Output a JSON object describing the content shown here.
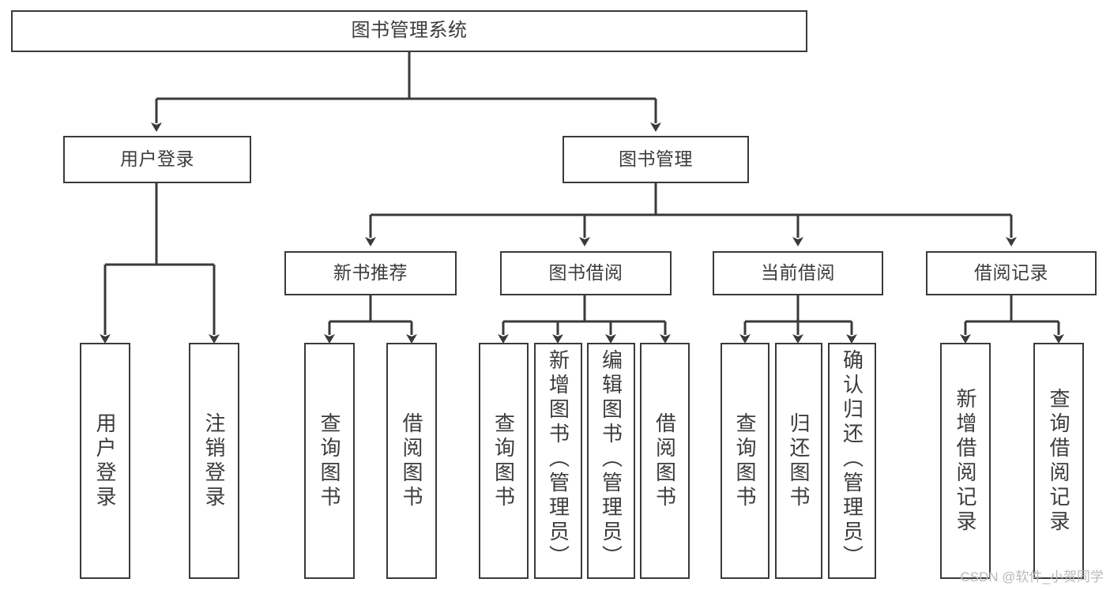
{
  "diagram": {
    "type": "tree-hierarchy-chart",
    "title": "图书管理系统",
    "colors": {
      "box_border": "#3a3a3a",
      "box_fill": "#ffffff",
      "connector": "#3a3a3a",
      "text": "#3c3c3c",
      "watermark": "#b9b9b9",
      "background": "#ffffff"
    },
    "watermark": "CSDN @软件_小贺同学",
    "levels": {
      "root": {
        "label": "图书管理系统"
      },
      "level2": [
        {
          "label": "用户登录"
        },
        {
          "label": "图书管理"
        }
      ],
      "level3": [
        {
          "label": "新书推荐"
        },
        {
          "label": "图书借阅"
        },
        {
          "label": "当前借阅"
        },
        {
          "label": "借阅记录"
        }
      ],
      "leaves": {
        "user_login": [
          {
            "label": "用户登录"
          },
          {
            "label": "注销登录"
          }
        ],
        "new_book_recommend": [
          {
            "label": "查询图书"
          },
          {
            "label": "借阅图书"
          }
        ],
        "book_borrow": [
          {
            "label": "查询图书"
          },
          {
            "label": "新增图书（管理员）"
          },
          {
            "label": "编辑图书（管理员）"
          },
          {
            "label": "借阅图书"
          }
        ],
        "current_borrow": [
          {
            "label": "查询图书"
          },
          {
            "label": "归还图书"
          },
          {
            "label": "确认归还（管理员）"
          }
        ],
        "borrow_record": [
          {
            "label": "新增借阅记录"
          },
          {
            "label": "查询借阅记录"
          }
        ]
      }
    }
  }
}
